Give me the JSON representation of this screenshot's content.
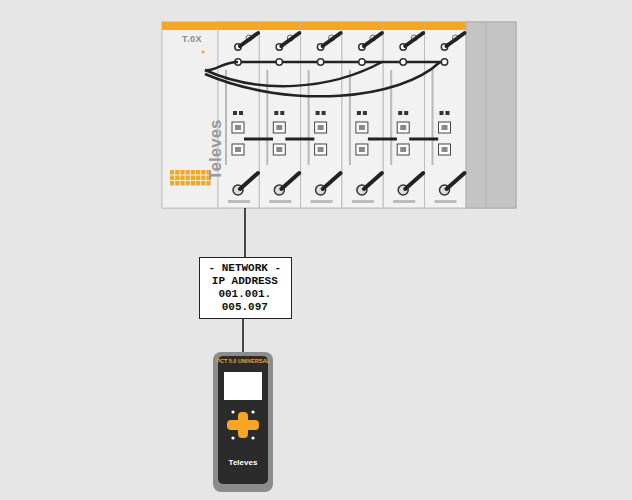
{
  "diagram": {
    "nodes": [
      {
        "text": [
          "T.0X",
          "Televes"
        ]
      },
      {
        "text": [
          "- NETWORK - IP ADDRESS 001.001. 005.097"
        ]
      },
      {
        "text": [
          "PCT 5.0 UNIVERSAL",
          "Televes"
        ]
      }
    ],
    "edges": [
      {
        "from": 0,
        "to": 1,
        "arrow": "none"
      },
      {
        "from": 1,
        "to": 2,
        "arrow": "none"
      }
    ]
  }
}
